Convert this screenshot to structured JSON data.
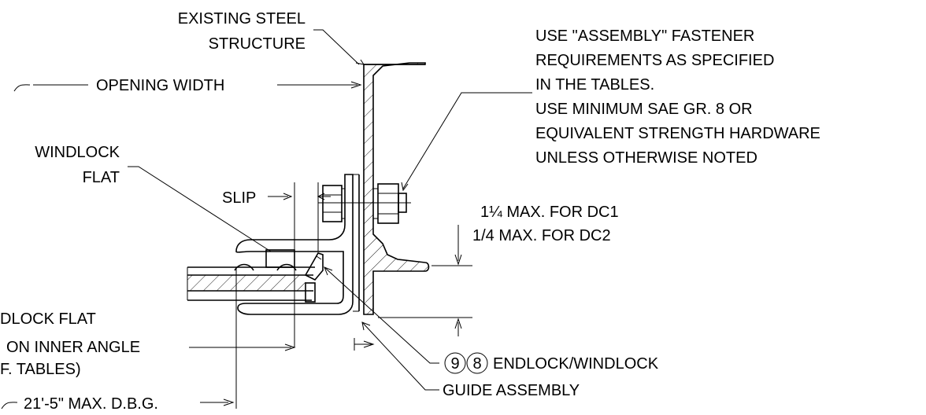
{
  "labels": {
    "existing_steel_1": "EXISTING STEEL",
    "existing_steel_2": "STRUCTURE",
    "opening_width": "OPENING WIDTH",
    "windlock_flat_1": "WINDLOCK",
    "windlock_flat_2": "FLAT",
    "slip": "SLIP",
    "assembly_note_1": "USE \"ASSEMBLY\" FASTENER",
    "assembly_note_2": "REQUIREMENTS AS SPECIFIED",
    "assembly_note_3": "IN THE TABLES.",
    "assembly_note_4": "USE MINIMUM SAE GR. 8 OR",
    "assembly_note_5": "EQUIVALENT STRENGTH HARDWARE",
    "assembly_note_6": "UNLESS OTHERWISE NOTED",
    "max_dc1": "1¼ MAX. FOR DC1",
    "max_dc2": "1/4 MAX. FOR DC2",
    "endlock_flat_1": "DLOCK FLAT",
    "endlock_flat_2": "ON INNER ANGLE",
    "endlock_flat_3": "F. TABLES)",
    "dbg_max": "21'-5\" MAX. D.B.G.",
    "callout_9": "9",
    "callout_8": "8",
    "endlock_windlock": "ENDLOCK/WINDLOCK",
    "guide_assembly": "GUIDE ASSEMBLY"
  }
}
